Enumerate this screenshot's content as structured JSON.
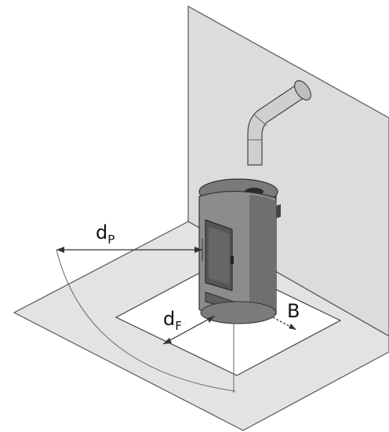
{
  "labels": {
    "dp": {
      "main": "d",
      "sub": "P"
    },
    "df": {
      "main": "d",
      "sub": "F"
    },
    "b": "B"
  },
  "colors": {
    "wall": "#d9d9d9",
    "floor": "#e6e6e6",
    "floor_plate": "#ffffff",
    "stove_body": "#8a8a8a",
    "stove_dark": "#4a4a4a",
    "pipe": "#c9c9c9",
    "line": "#333333"
  }
}
